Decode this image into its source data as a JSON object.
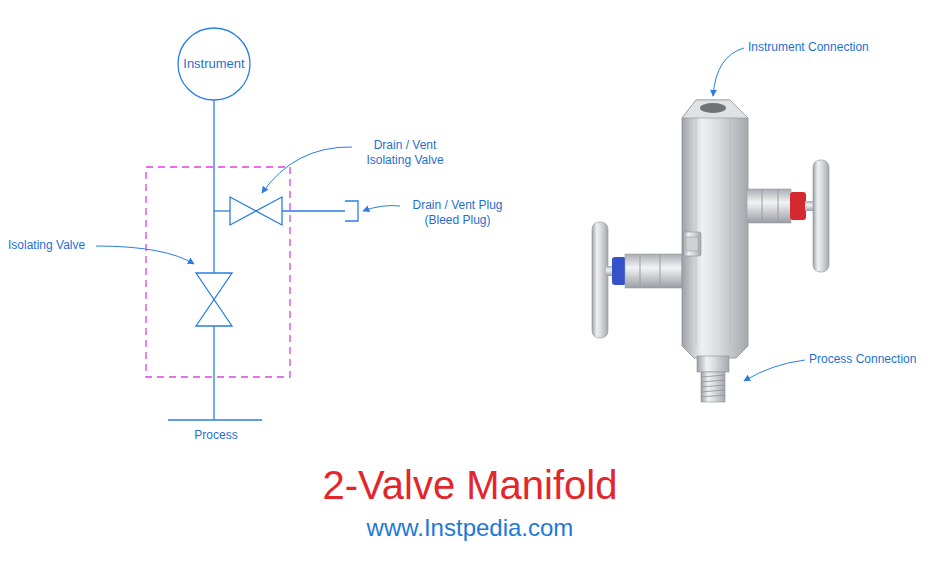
{
  "diagram": {
    "title": "2-Valve Manifold",
    "caption": "www.Instpedia.com",
    "nodes": [
      {
        "text": [
          "Instrument"
        ]
      }
    ],
    "labels": [
      "Drain / Vent Isolating Valve",
      "Drain / Vent Plug (Bleed Plug)",
      "Isolating Valve",
      "Process",
      "Instrument Connection",
      "Process Connection"
    ]
  }
}
